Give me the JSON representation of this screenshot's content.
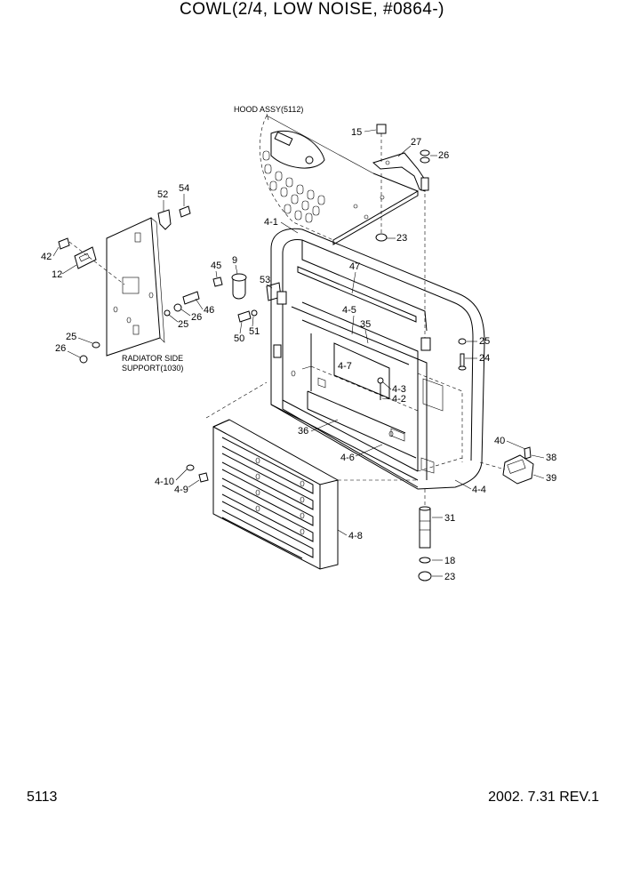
{
  "header": {
    "title": "COWL(2/4, LOW NOISE, #0864-)"
  },
  "footer": {
    "page_number": "5113",
    "date_rev": "2002. 7.31  REV.1"
  },
  "notes": {
    "hood_assy": "HOOD ASSY(5112)",
    "radiator_line1": "RADIATOR SIDE",
    "radiator_line2": "SUPPORT(1030)"
  },
  "parts": {
    "p15": "15",
    "p27": "27",
    "p26a": "26",
    "p23a": "23",
    "p52": "52",
    "p54": "54",
    "p4_1": "4-1",
    "p42": "42",
    "p12": "12",
    "p9": "9",
    "p45": "45",
    "p53": "53",
    "p47": "47",
    "p46": "46",
    "p25a": "25",
    "p26b": "26",
    "p4_5": "4-5",
    "p35": "35",
    "p50": "50",
    "p51": "51",
    "p25b": "25",
    "p26c": "26",
    "p25c": "25",
    "p24": "24",
    "p4_7": "4-7",
    "p4_3": "4-3",
    "p4_2": "4-2",
    "p36": "36",
    "p4_6": "4-6",
    "p40": "40",
    "p38": "38",
    "p39": "39",
    "p4_4": "4-4",
    "p4_10": "4-10",
    "p4_9": "4-9",
    "p31": "31",
    "p4_8": "4-8",
    "p18": "18",
    "p23b": "23"
  }
}
